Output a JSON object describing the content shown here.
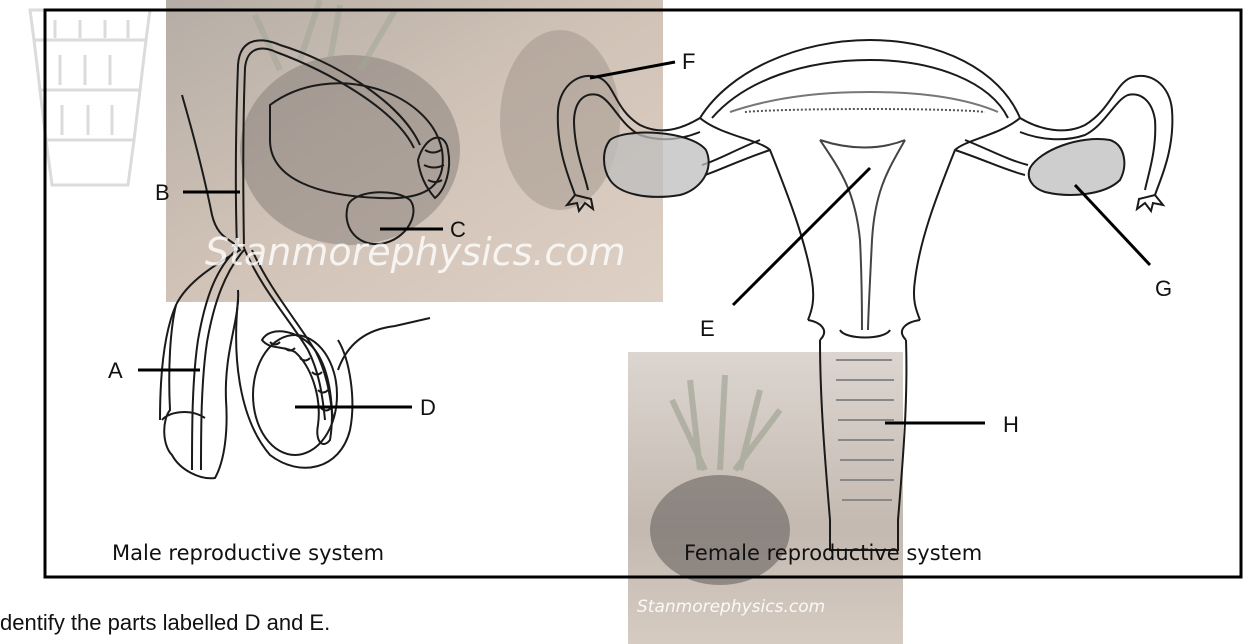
{
  "diagram": {
    "labels": {
      "A": "A",
      "B": "B",
      "C": "C",
      "D": "D",
      "E": "E",
      "F": "F",
      "G": "G",
      "H": "H"
    },
    "captions": {
      "male": "Male reproductive system",
      "female": "Female reproductive system"
    },
    "watermark": "Stanmorephysics.com"
  },
  "question_text": "dentify the parts labelled D and E.",
  "colors": {
    "frame": "#000000",
    "line": "#1a1a1a",
    "ovary_fill": "#bdbdbd",
    "photo_bg": "#b9aea6"
  }
}
